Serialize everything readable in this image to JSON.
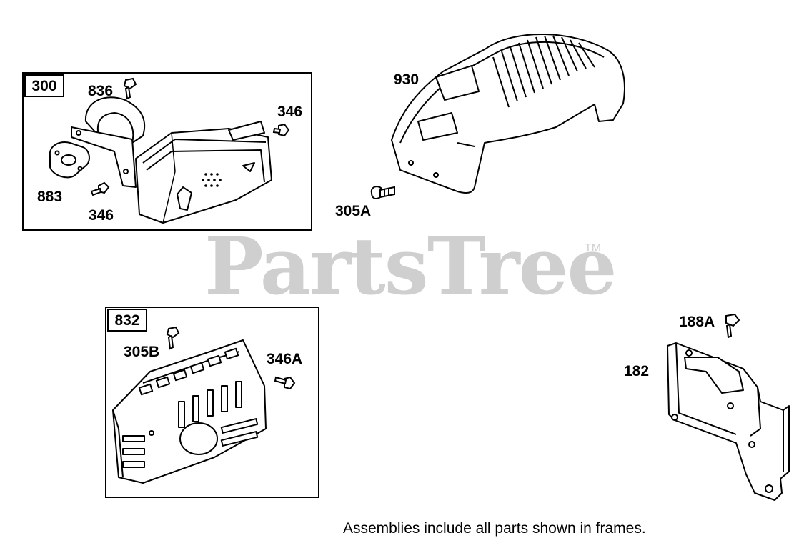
{
  "watermark": {
    "text": "PartsTree",
    "tm": "TM"
  },
  "frames": [
    {
      "tag": "300"
    },
    {
      "tag": "832"
    }
  ],
  "labels": {
    "p836": "836",
    "p346a": "346",
    "p883": "883",
    "p346b": "346",
    "p930": "930",
    "p305a": "305A",
    "p305b": "305B",
    "p346A": "346A",
    "p188a": "188A",
    "p182": "182"
  },
  "caption": "Assemblies include all parts shown in frames."
}
